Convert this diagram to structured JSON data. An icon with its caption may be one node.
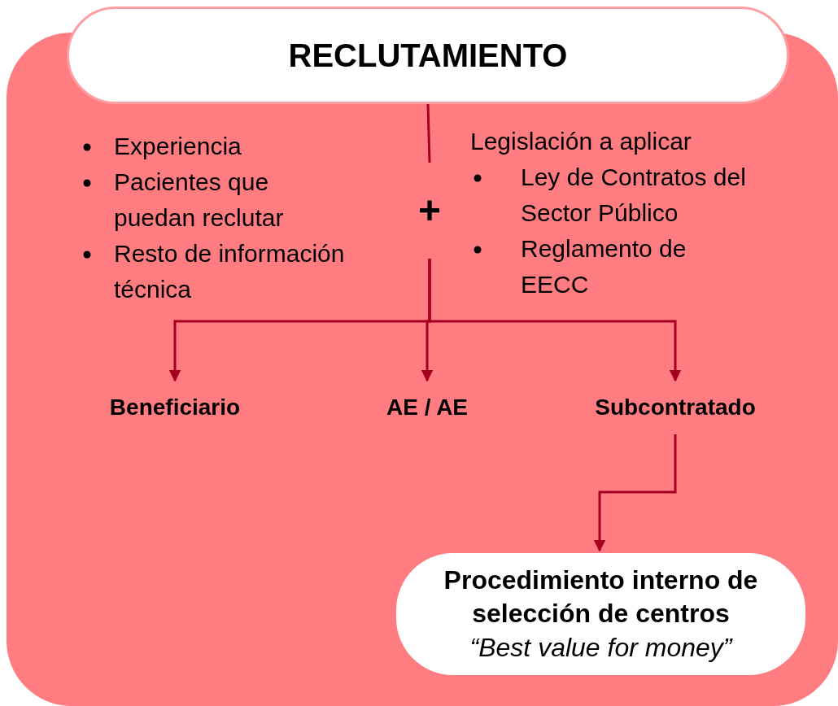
{
  "diagram": {
    "nodes": [
      {
        "text": [
          "RECLUTAMIENTO"
        ]
      },
      {
        "text": [
          "+"
        ]
      },
      {
        "text": [
          "Beneficiario"
        ]
      },
      {
        "text": [
          "AE / AE"
        ]
      },
      {
        "text": [
          "Subcontratado"
        ]
      },
      {
        "text": [
          "Procedimiento interno de selección de centros",
          "“Best value for money”"
        ]
      }
    ],
    "edges": [
      {
        "from": 0,
        "to": 1,
        "arrow": "none"
      },
      {
        "from": 1,
        "to": 2,
        "arrow": "to"
      },
      {
        "from": 1,
        "to": 3,
        "arrow": "to"
      },
      {
        "from": 1,
        "to": 4,
        "arrow": "to"
      },
      {
        "from": 4,
        "to": 5,
        "arrow": "to"
      }
    ],
    "labels": [
      "Experiencia",
      "Pacientes que puedan reclutar",
      "Resto de información técnica",
      "Legislación a aplicar",
      "Ley de Contratos del Sector Público",
      "Reglamento de EECC"
    ]
  }
}
